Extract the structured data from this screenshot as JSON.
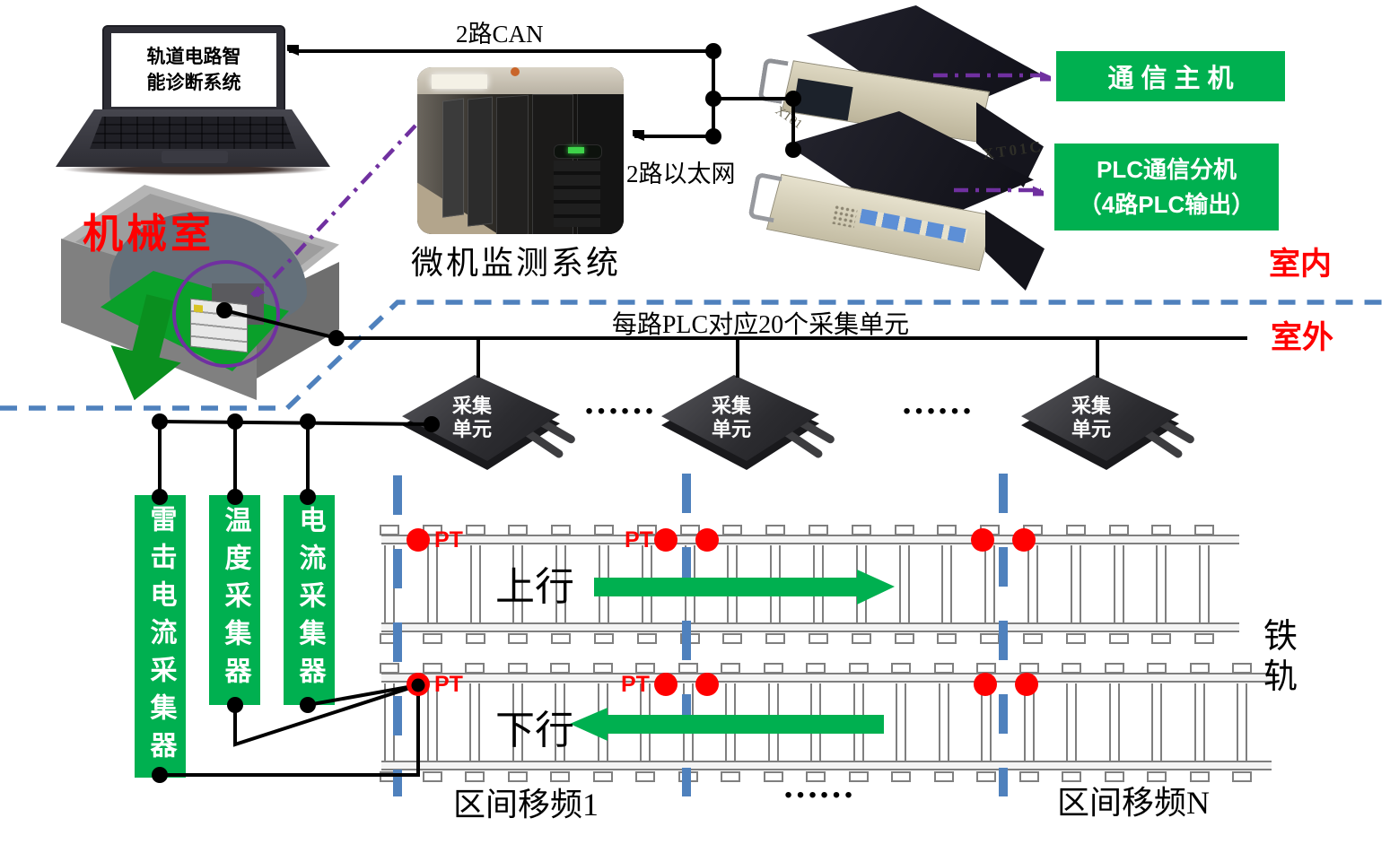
{
  "colors": {
    "green": "#00B050",
    "red": "#FF0000",
    "purple": "#7030A0",
    "blue": "#4F81BD",
    "black": "#000000"
  },
  "laptop": {
    "screen_text": "轨道电路智能诊断系统"
  },
  "connections": {
    "can": "2路CAN",
    "ethernet": "2路以太网"
  },
  "monitor_system": {
    "caption": "微机监测系统"
  },
  "machine_room": {
    "label": "机械室"
  },
  "rack": {
    "model": "XT01C",
    "model_side": "XT01",
    "host_label": "通信主机",
    "plc_label_line1": "PLC通信分机",
    "plc_label_line2": "（4路PLC输出）"
  },
  "zones": {
    "indoor": "室内",
    "outdoor": "室外"
  },
  "bus": {
    "label": "每路PLC对应20个采集单元"
  },
  "collection_units": {
    "label": "采集单元",
    "ellipsis": "……"
  },
  "collectors": [
    {
      "label": "雷击电流采集器"
    },
    {
      "label": "温度采集器"
    },
    {
      "label": "电流采集器"
    }
  ],
  "track": {
    "pt": "PT",
    "up": "上行",
    "down": "下行",
    "section_first": "区间移频1",
    "section_ellipsis": "……",
    "section_last": "区间移频N",
    "rail": "铁轨"
  }
}
